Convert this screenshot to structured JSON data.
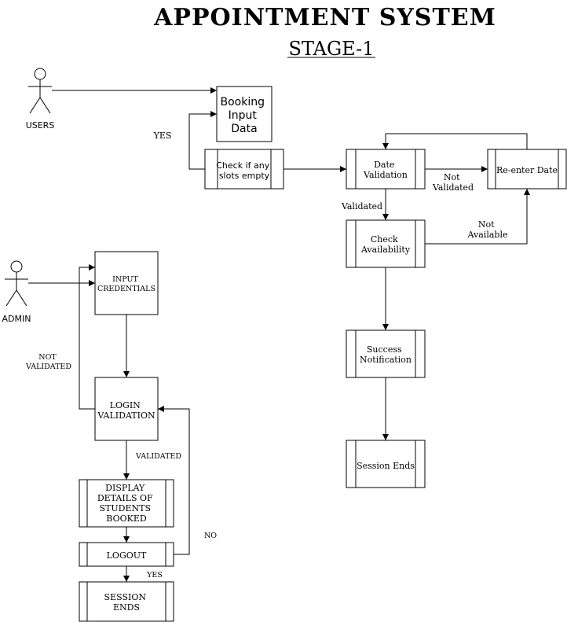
{
  "title": "APPOINTMENT  SYSTEM",
  "subtitle": "STAGE-1",
  "actors": {
    "users": "USERS",
    "admin": "ADMIN"
  },
  "user_flow": {
    "booking_input": [
      "Booking",
      "Input",
      "Data"
    ],
    "check_slots": [
      "Check if any",
      "slots empty"
    ],
    "yes_label": "YES",
    "date_validation": [
      "Date",
      "Validation"
    ],
    "not_validated": [
      "Not",
      "Validated"
    ],
    "reenter_date": "Re-enter Date",
    "validated": "Validated",
    "check_availability": [
      "Check",
      "Availability"
    ],
    "not_available": [
      "Not",
      "Available"
    ],
    "success_notification": [
      "Success",
      "Notification"
    ],
    "session_ends": "Session Ends"
  },
  "admin_flow": {
    "input_credentials": [
      "INPUT",
      "CREDENTIALS"
    ],
    "not_validated": [
      "NOT",
      "VALIDATED"
    ],
    "login_validation": [
      "LOGIN",
      "VALIDATION"
    ],
    "validated": "VALIDATED",
    "display_details": [
      "DISPLAY",
      "DETAILS OF",
      "STUDENTS",
      "BOOKED"
    ],
    "logout": "LOGOUT",
    "no_label": "NO",
    "yes_label": "YES",
    "session_ends": [
      "SESSION",
      "ENDS"
    ]
  }
}
